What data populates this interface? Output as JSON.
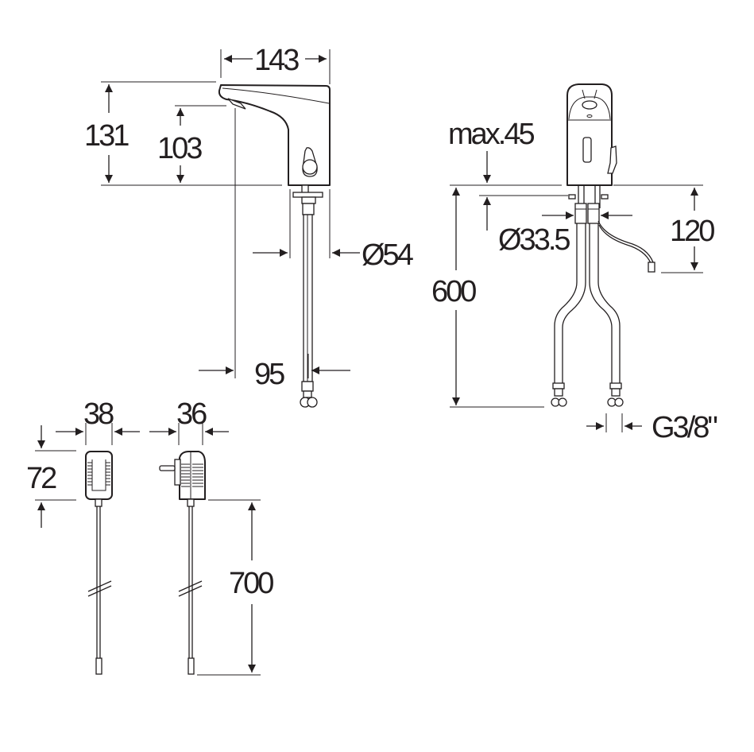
{
  "drawing": {
    "type": "technical dimension drawing",
    "subject": "sensor basin faucet with power adapters",
    "line_color": "#231f20",
    "background": "#ffffff"
  },
  "side_view": {
    "dims": {
      "width": "143",
      "height_total": "131",
      "height_spout": "103",
      "base_diameter": "Ø54",
      "projection": "95"
    }
  },
  "front_view": {
    "dims": {
      "max_deck": "max.45",
      "shank_diameter": "Ø33.5",
      "cable_length": "120",
      "hose_length": "600",
      "connection": "G3/8\""
    }
  },
  "adapters": {
    "dims": {
      "adapter_a_width": "38",
      "adapter_b_width": "36",
      "adapter_height": "72",
      "cable_length": "700"
    }
  }
}
